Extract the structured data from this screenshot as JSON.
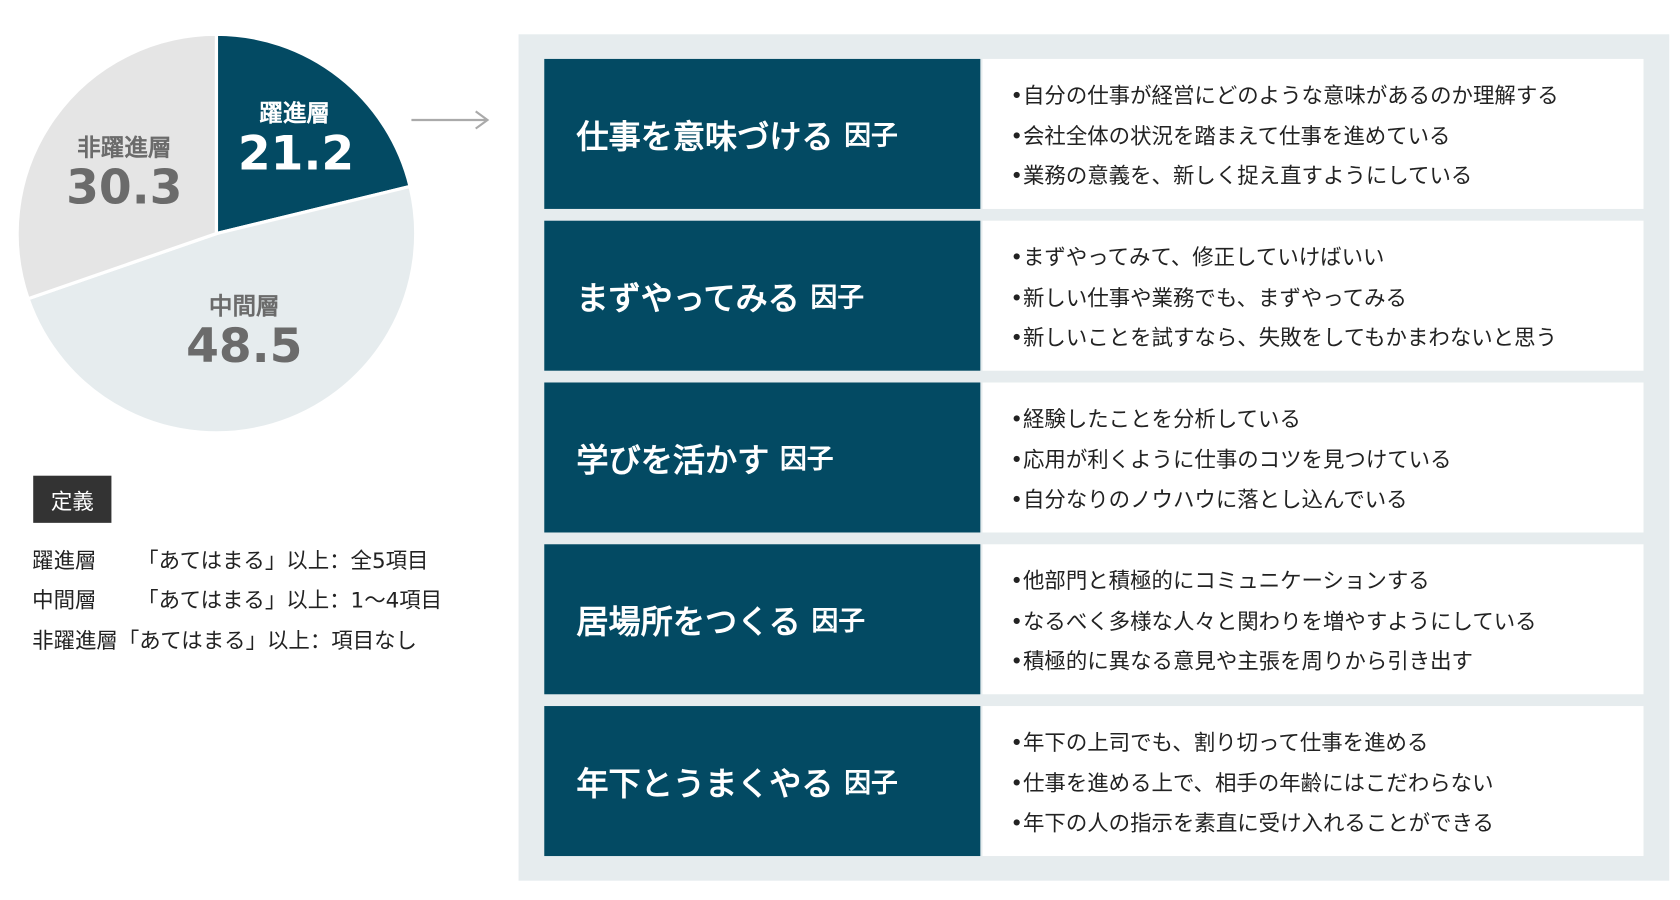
{
  "chart_data": {
    "type": "pie",
    "slices": [
      {
        "label": "躍進層",
        "value": 21.2,
        "color": "#034a63",
        "text_color": "#ffffff"
      },
      {
        "label": "中間層",
        "value": 48.5,
        "color": "#e6ecee",
        "text_color": "#6b6b6b"
      },
      {
        "label": "非躍進層",
        "value": 30.3,
        "color": "#e5e5e5",
        "text_color": "#6b6b6b"
      }
    ],
    "start": "top",
    "direction": "clockwise"
  },
  "factors": [
    {
      "title": "仕事を意味づける",
      "suffix": "因子",
      "items": [
        "•自分の仕事が経営にどのような意味があるのか理解する",
        "•会社全体の状況を踏まえて仕事を進めている",
        "•業務の意義を、新しく捉え直すようにしている"
      ]
    },
    {
      "title": "まずやってみる",
      "suffix": "因子",
      "items": [
        "•まずやってみて、修正していけばいい",
        "•新しい仕事や業務でも、まずやってみる",
        "•新しいことを試すなら、失敗をしてもかまわないと思う"
      ]
    },
    {
      "title": "学びを活かす",
      "suffix": "因子",
      "items": [
        "•経験したことを分析している",
        "•応用が利くように仕事のコツを見つけている",
        "•自分なりのノウハウに落とし込んでいる"
      ]
    },
    {
      "title": "居場所をつくる",
      "suffix": "因子",
      "items": [
        "•他部門と積極的にコミュニケーションする",
        "•なるべく多様な人々と関わりを増やすようにしている",
        "•積極的に異なる意見や主張を周りから引き出す"
      ]
    },
    {
      "title": "年下とうまくやる",
      "suffix": "因子",
      "items": [
        "•年下の上司でも、割り切って仕事を進める",
        "•仕事を進める上で、相手の年齢にはこだわらない",
        "•年下の人の指示を素直に受け入れることができる"
      ]
    }
  ],
  "definition": {
    "badge": "定義",
    "lines": [
      {
        "group": "躍進層",
        "rule": "「あてはまる」以上：全5項目"
      },
      {
        "group": "中間層",
        "rule": "「あてはまる」以上：1～4項目"
      },
      {
        "group": "非躍進層",
        "rule": "「あてはまる」以上：項目なし"
      }
    ]
  }
}
